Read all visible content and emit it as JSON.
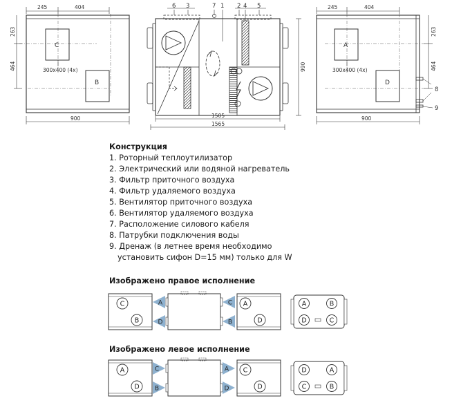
{
  "dims": {
    "left_top": "245",
    "left_right": "404",
    "left_v1": "263",
    "left_v2": "464",
    "left_filter": "300x400 (4x)",
    "left_width": "900",
    "center_inner": "1505",
    "center_outer": "1565",
    "center_height": "990",
    "right_top": "245",
    "right_right": "404",
    "right_v1": "263",
    "right_v2": "464",
    "right_filter": "300x400 (4x)",
    "right_width": "900"
  },
  "callouts": {
    "c6": "6",
    "c3": "3",
    "c7": "7",
    "c1": "1",
    "c2": "2",
    "c4": "4",
    "c5": "5",
    "c8": "8",
    "c9": "9"
  },
  "panels": {
    "left_c": "C",
    "left_b": "B",
    "right_a": "A",
    "right_d": "D"
  },
  "legend": {
    "title": "Конструкция",
    "items": [
      "1. Роторный теплоутилизатор",
      "2. Электрический или водяной нагреватель",
      "3. Фильтр приточного воздуха",
      "4. Фильтр удаляемого воздуха",
      "5. Вентилятор приточного воздуха",
      "6. Вентилятор удаляемого воздуха",
      "7. Расположение силового кабеля",
      "8. Патрубки подключения воды",
      "9. Дренаж (в летнее время необходимо",
      "    установить сифон D=15 мм) только для W"
    ]
  },
  "right_version": {
    "caption": "Изображено правое исполнение",
    "left_panel": [
      "C",
      "B"
    ],
    "left_arrows": [
      "A",
      "D"
    ],
    "right_arrows": [
      "C",
      "B"
    ],
    "right_panel": [
      "A",
      "D"
    ],
    "end_view": [
      "A",
      "B",
      "D",
      "C"
    ]
  },
  "left_version": {
    "caption": "Изображено левое исполнение",
    "left_panel": [
      "A",
      "D"
    ],
    "left_arrows": [
      "C",
      "B"
    ],
    "right_arrows": [
      "A",
      "D"
    ],
    "right_panel": [
      "C",
      "D"
    ],
    "end_view": [
      "D",
      "A",
      "C",
      "B"
    ]
  }
}
